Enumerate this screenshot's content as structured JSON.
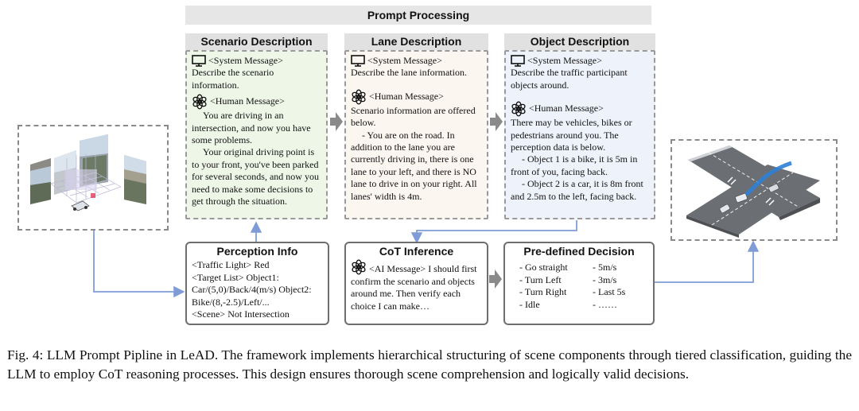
{
  "banner": "Prompt Processing",
  "scenario": {
    "title": "Scenario Description",
    "sys_label": "<System Message>",
    "sys_text": "Describe the scenario information.",
    "human_label": "<Human Message>",
    "p1": "You are driving in an intersection, and now you have some problems.",
    "p2": "Your original driving point is to your front, you've been parked for several seconds, and now you need to make some decisions to get through the situation."
  },
  "lane": {
    "title": "Lane Description",
    "sys_label": "<System Message>",
    "sys_text": "Describe the lane information.",
    "human_label": "<Human Message>",
    "intro": "Scenario information are offered below.",
    "p1": "- You are on the road. In addition to the lane you are currently driving in, there is one lane to your left, and there is NO lane to drive in on your right. All lanes' width is 4m."
  },
  "object": {
    "title": "Object Description",
    "sys_label": "<System Message>",
    "sys_text": "Describe the traffic participant objects around.",
    "human_label": "<Human Message>",
    "human_text": "There may be vehicles, bikes or pedestrians around you. The perception data is below.",
    "o1": "- Object 1 is a bike, it is 5m in front of you, facing back.",
    "o2": "- Object 2 is a car, it is 8m front and 2.5m to the left, facing back."
  },
  "perception": {
    "title": "Perception Info",
    "lines": [
      "<Traffic Light> Red",
      "<Target List> Object1: Car/(5,0)/Back/4(m/s) Object2: Bike/(8,-2.5)/Left/...",
      "<Scene> Not Intersection"
    ]
  },
  "cot": {
    "title": "CoT Inference",
    "ai_label": "<AI Message>",
    "ai_text": "I should first confirm the scenario and objects around me. Then verify each choice I can make…"
  },
  "decision": {
    "title": "Pre-defined Decision",
    "left": [
      "-   Go straight",
      "-   Turn Left",
      "-   Turn Right",
      "-   Idle"
    ],
    "right": [
      "-   5m/s",
      "-   3m/s",
      "-   Last 5s",
      "-   ……"
    ]
  },
  "caption": "Fig. 4: LLM Prompt Pipline in LeAD. The framework implements hierarchical structuring of scene components through tiered classification, guiding the LLM to employ CoT reasoning processes. This design ensures thorough scene comprehension and logically valid decisions.",
  "colors": {
    "connector": "#7f9cd6",
    "scenario_bg": "#eef6e8",
    "lane_bg": "#fbf6ef",
    "object_bg": "#eef2fb",
    "arrow_gray": "#8a8a8a"
  }
}
